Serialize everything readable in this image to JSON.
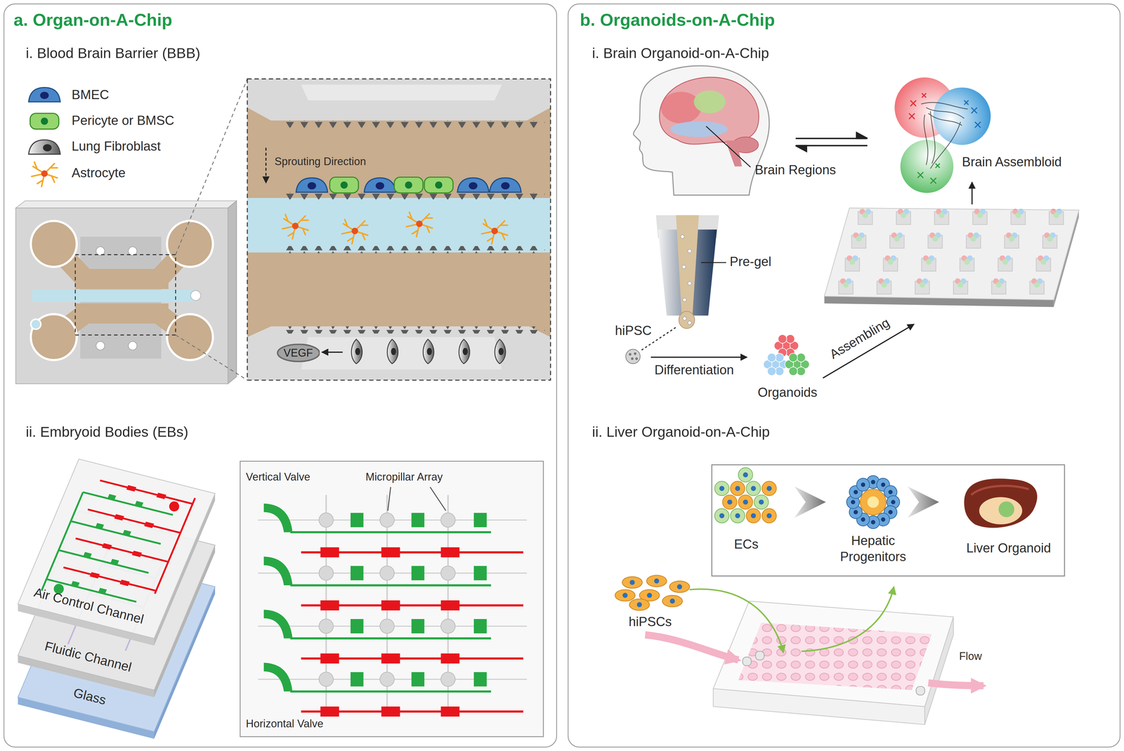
{
  "diagram": {
    "nodes": [
      {
        "text": [
          "a. Organ-on-A-Chip"
        ]
      },
      {
        "text": [
          "b. Organoids-on-A-Chip"
        ]
      },
      {
        "text": [
          "VEGF"
        ],
        "in": 0
      }
    ],
    "labels": [
      "i. Blood Brain Barrier (BBB)",
      "Sprouting Direction",
      "ii. Embryoid Bodies (EBs)",
      "Air Control Channel",
      "Fluidic Channel",
      "Glass",
      "Vertical Valve",
      "Micropillar Array",
      "Horizontal Valve",
      "i. Brain Organoid-on-A-Chip",
      "Brain Regions",
      "Brain Assembloid",
      "Pre-gel",
      "hiPSC",
      "Differentiation",
      "Organoids",
      "Assembling",
      "ii. Liver Organoid-on-A-Chip",
      "ECs",
      "Hepatic Progenitors",
      "Liver Organoid",
      "hiPSCs",
      "Flow"
    ],
    "legend": [
      {
        "text": "BMEC"
      },
      {
        "text": "Pericyte or BMSC"
      },
      {
        "text": "Lung Fibroblast"
      },
      {
        "text": "Astrocyte"
      }
    ]
  }
}
